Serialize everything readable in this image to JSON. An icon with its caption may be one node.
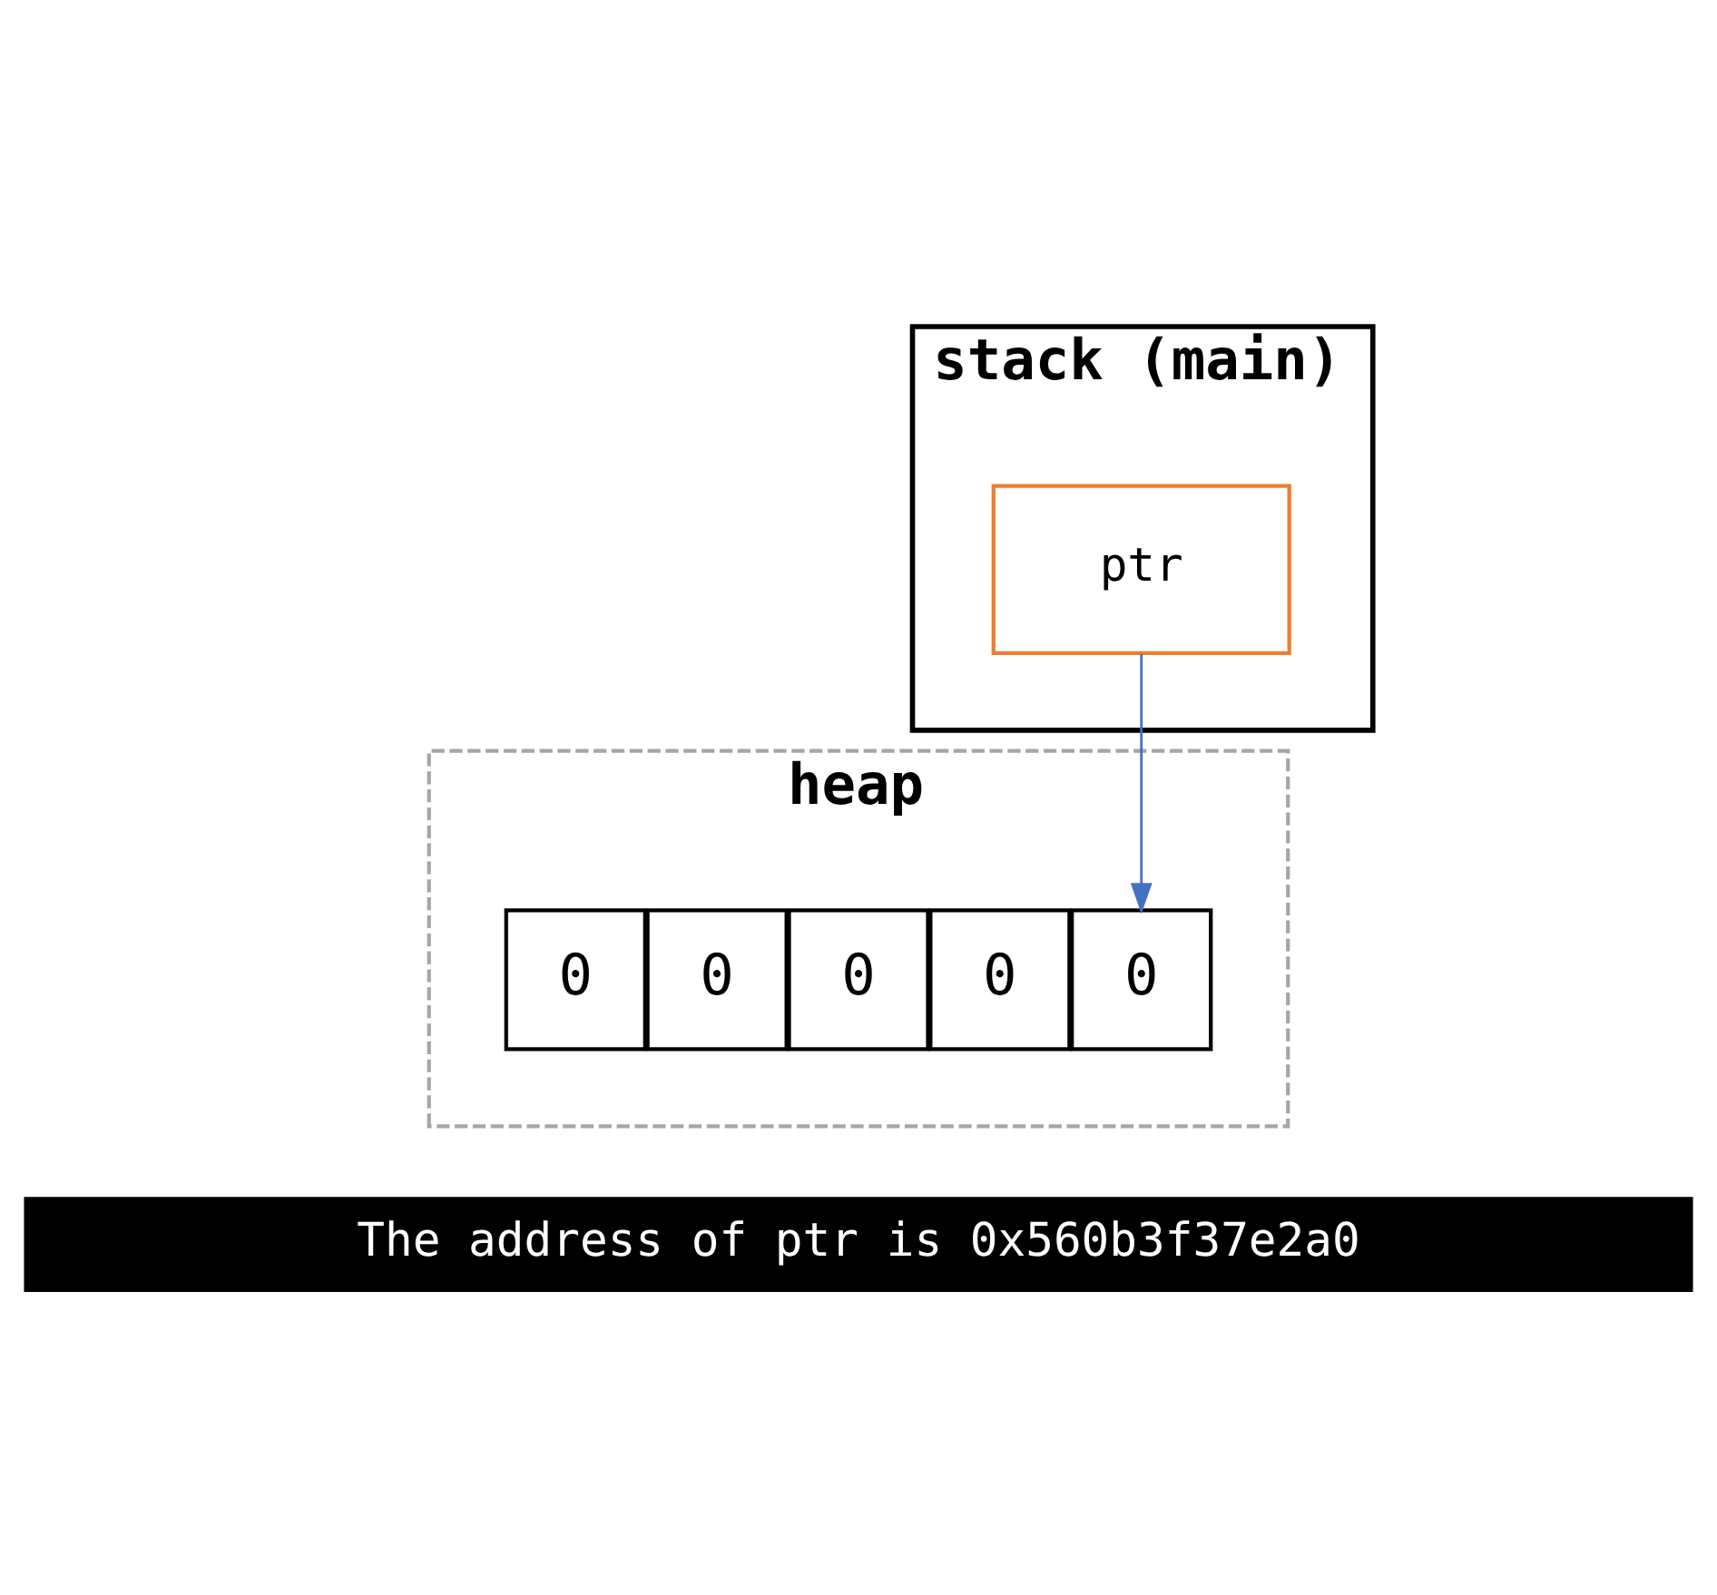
{
  "diagram": {
    "nodes": [
      {
        "text": [
          "stack (main)"
        ]
      },
      {
        "text": [
          "ptr"
        ],
        "in": 0
      },
      {
        "text": [
          "heap"
        ]
      },
      {
        "text": [
          "0"
        ],
        "in": 2
      },
      {
        "text": [
          "0"
        ],
        "in": 2
      },
      {
        "text": [
          "0"
        ],
        "in": 2
      },
      {
        "text": [
          "0"
        ],
        "in": 2
      },
      {
        "text": [
          "0"
        ],
        "in": 2
      },
      {
        "text": [
          "The address of ptr is 0x560b3f37e2a0"
        ]
      }
    ],
    "edges": [
      {
        "from": 1,
        "to": 3,
        "arrow": "to",
        "color": "#4472c4"
      }
    ]
  }
}
